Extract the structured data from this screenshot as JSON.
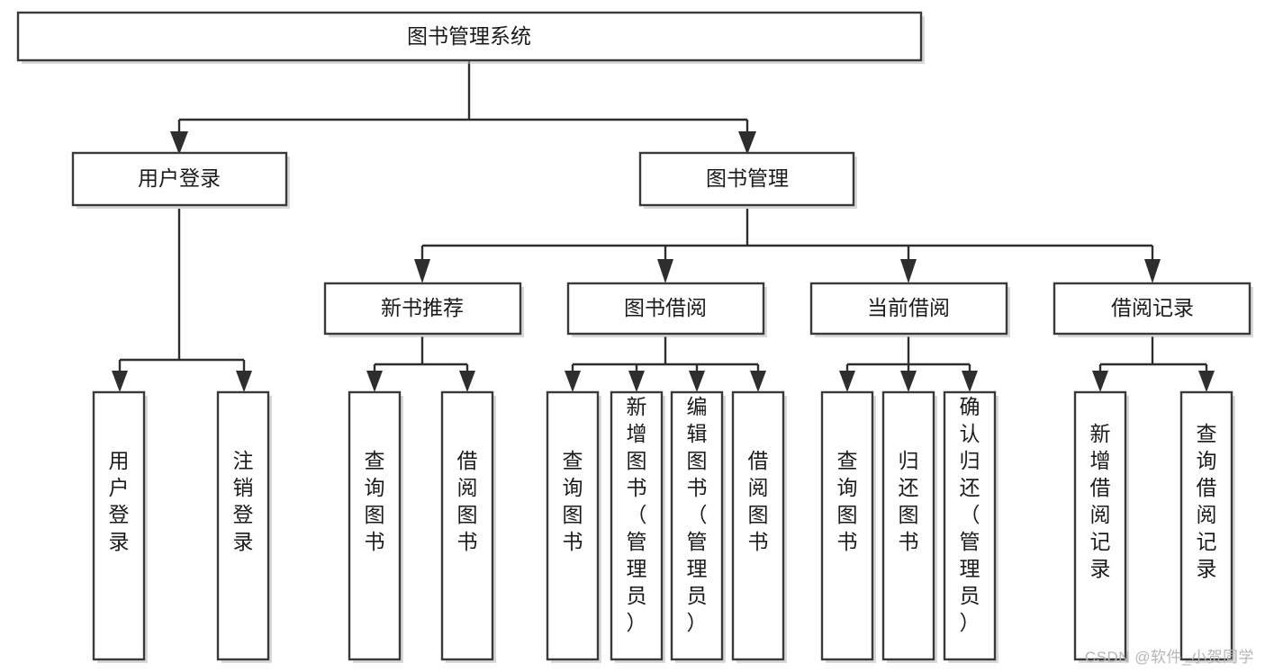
{
  "diagram": {
    "title": "图书管理系统",
    "watermark": "CSDN @软件_小贺同学",
    "background_color": "#ffffff",
    "box_border_color": "#3a3a3a",
    "connector_color": "#2e2e2e",
    "text_color": "#1b1b1b",
    "root": {
      "id": "root",
      "label": "图书管理系统",
      "level": 1
    },
    "level2": [
      {
        "id": "user-login",
        "label": "用户登录",
        "level": 2
      },
      {
        "id": "book-management",
        "label": "图书管理",
        "level": 2
      }
    ],
    "level3": [
      {
        "id": "new-book-recommend",
        "label": "新书推荐",
        "level": 3,
        "parent": "book-management"
      },
      {
        "id": "book-borrow",
        "label": "图书借阅",
        "level": 3,
        "parent": "book-management"
      },
      {
        "id": "current-borrow",
        "label": "当前借阅",
        "level": 3,
        "parent": "book-management"
      },
      {
        "id": "borrow-record",
        "label": "借阅记录",
        "level": 3,
        "parent": "book-management"
      }
    ],
    "leaves": [
      {
        "id": "leaf-user-login",
        "label": "用户登录",
        "parent": "user-login",
        "lines": [
          "用",
          "户",
          "登",
          "录"
        ]
      },
      {
        "id": "leaf-logout",
        "label": "注销登录",
        "parent": "user-login",
        "lines": [
          "注",
          "销",
          "登",
          "录"
        ]
      },
      {
        "id": "leaf-query-book-1",
        "label": "查询图书",
        "parent": "new-book-recommend",
        "lines": [
          "查",
          "询",
          "图",
          "书"
        ]
      },
      {
        "id": "leaf-borrow-book-1",
        "label": "借阅图书",
        "parent": "new-book-recommend",
        "lines": [
          "借",
          "阅",
          "图",
          "书"
        ]
      },
      {
        "id": "leaf-query-book-2",
        "label": "查询图书",
        "parent": "book-borrow",
        "lines": [
          "查",
          "询",
          "图",
          "书"
        ]
      },
      {
        "id": "leaf-add-book-admin",
        "label": "新增图书（管理员）",
        "parent": "book-borrow",
        "lines": [
          "新",
          "增",
          "图",
          "书",
          "（",
          "管",
          "理",
          "员",
          "）"
        ]
      },
      {
        "id": "leaf-edit-book-admin",
        "label": "编辑图书（管理员）",
        "parent": "book-borrow",
        "lines": [
          "编",
          "辑",
          "图",
          "书",
          "（",
          "管",
          "理",
          "员",
          "）"
        ]
      },
      {
        "id": "leaf-borrow-book-2",
        "label": "借阅图书",
        "parent": "book-borrow",
        "lines": [
          "借",
          "阅",
          "图",
          "书"
        ]
      },
      {
        "id": "leaf-query-book-3",
        "label": "查询图书",
        "parent": "current-borrow",
        "lines": [
          "查",
          "询",
          "图",
          "书"
        ]
      },
      {
        "id": "leaf-return-book",
        "label": "归还图书",
        "parent": "current-borrow",
        "lines": [
          "归",
          "还",
          "图",
          "书"
        ]
      },
      {
        "id": "leaf-confirm-return-admin",
        "label": "确认归还（管理员）",
        "parent": "current-borrow",
        "lines": [
          "确",
          "认",
          "归",
          "还",
          "（",
          "管",
          "理",
          "员",
          "）"
        ]
      },
      {
        "id": "leaf-add-borrow-record",
        "label": "新增借阅记录",
        "parent": "borrow-record",
        "lines": [
          "新",
          "增",
          "借",
          "阅",
          "记",
          "录"
        ]
      },
      {
        "id": "leaf-query-borrow-record",
        "label": "查询借阅记录",
        "parent": "borrow-record",
        "lines": [
          "查",
          "询",
          "借",
          "阅",
          "记",
          "录"
        ]
      }
    ]
  },
  "chart_data": {
    "type": "diagram",
    "title": "图书管理系统",
    "subtype": "hierarchical-tree",
    "orientation": "top-down",
    "node_count": 20,
    "levels": 4,
    "nodes": [
      {
        "label": "图书管理系统",
        "level": 1,
        "children": 2
      },
      {
        "label": "用户登录",
        "level": 2,
        "children": 2
      },
      {
        "label": "图书管理",
        "level": 2,
        "children": 4
      },
      {
        "label": "新书推荐",
        "level": 3,
        "children": 2
      },
      {
        "label": "图书借阅",
        "level": 3,
        "children": 4
      },
      {
        "label": "当前借阅",
        "level": 3,
        "children": 3
      },
      {
        "label": "借阅记录",
        "level": 3,
        "children": 2
      },
      {
        "label": "用户登录",
        "level": 4,
        "children": 0
      },
      {
        "label": "注销登录",
        "level": 4,
        "children": 0
      },
      {
        "label": "查询图书",
        "level": 4,
        "children": 0
      },
      {
        "label": "借阅图书",
        "level": 4,
        "children": 0
      },
      {
        "label": "查询图书",
        "level": 4,
        "children": 0
      },
      {
        "label": "新增图书（管理员）",
        "level": 4,
        "children": 0
      },
      {
        "label": "编辑图书（管理员）",
        "level": 4,
        "children": 0
      },
      {
        "label": "借阅图书",
        "level": 4,
        "children": 0
      },
      {
        "label": "查询图书",
        "level": 4,
        "children": 0
      },
      {
        "label": "归还图书",
        "level": 4,
        "children": 0
      },
      {
        "label": "确认归还（管理员）",
        "level": 4,
        "children": 0
      },
      {
        "label": "新增借阅记录",
        "level": 4,
        "children": 0
      },
      {
        "label": "查询借阅记录",
        "level": 4,
        "children": 0
      }
    ]
  }
}
